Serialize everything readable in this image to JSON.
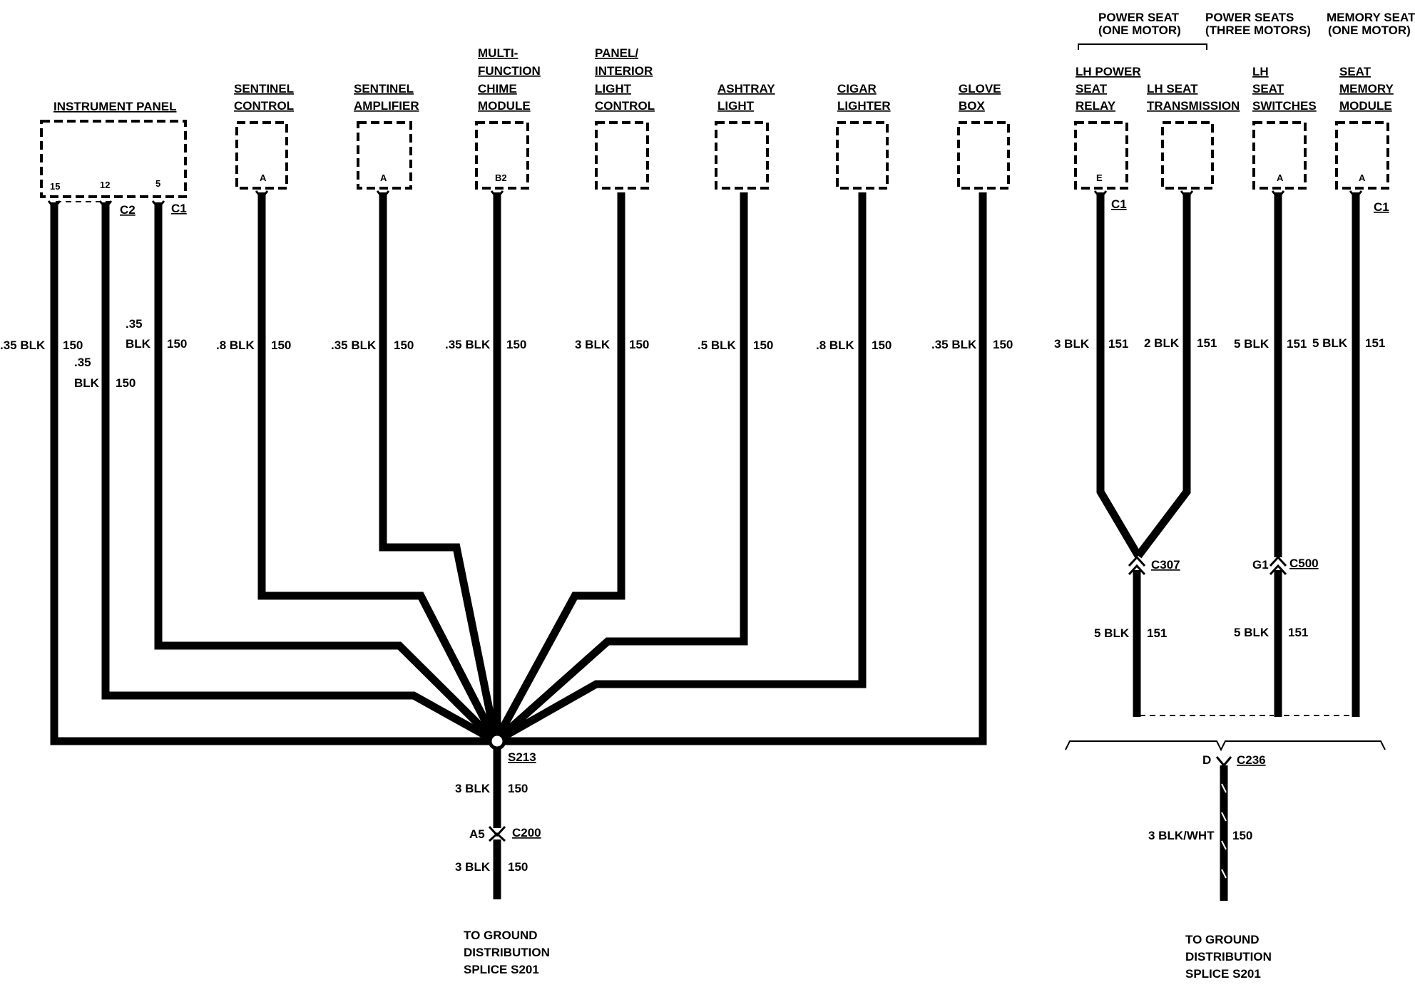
{
  "components": {
    "instrument_panel": {
      "label": "INSTRUMENT PANEL",
      "pins": [
        "15",
        "12",
        "5"
      ],
      "conn_c2": "C2",
      "conn_c1": "C1"
    },
    "sentinel_control": {
      "label_1": "SENTINEL",
      "label_2": "CONTROL",
      "pin": "A"
    },
    "sentinel_amplifier": {
      "label_1": "SENTINEL",
      "label_2": "AMPLIFIER",
      "pin": "A"
    },
    "chime_module": {
      "label_1": "MULTI-",
      "label_2": "FUNCTION",
      "label_3": "CHIME",
      "label_4": "MODULE",
      "pin": "B2"
    },
    "light_control": {
      "label_1": "PANEL/",
      "label_2": "INTERIOR",
      "label_3": "LIGHT",
      "label_4": "CONTROL"
    },
    "ashtray_light": {
      "label_1": "ASHTRAY",
      "label_2": "LIGHT"
    },
    "cigar_lighter": {
      "label_1": "CIGAR",
      "label_2": "LIGHTER"
    },
    "glove_box": {
      "label_1": "GLOVE",
      "label_2": "BOX"
    },
    "lh_power_seat_relay": {
      "label_1": "LH POWER",
      "label_2": "SEAT",
      "label_3": "RELAY",
      "pin": "E",
      "conn": "C1"
    },
    "lh_seat_transmission": {
      "label_1": "LH SEAT",
      "label_2": "TRANSMISSION"
    },
    "lh_seat_switches": {
      "label_1": "LH",
      "label_2": "SEAT",
      "label_3": "SWITCHES",
      "pin": "A"
    },
    "seat_memory_module": {
      "label_1": "SEAT",
      "label_2": "MEMORY",
      "label_3": "MODULE",
      "pin": "A",
      "conn": "C1"
    }
  },
  "group_headers": {
    "one_motor_1": "POWER SEAT",
    "one_motor_2": "(ONE MOTOR)",
    "three_motors_1": "POWER SEATS",
    "three_motors_2": "(THREE MOTORS)",
    "memory_1": "MEMORY SEAT",
    "memory_2": "(ONE MOTOR)"
  },
  "wires": {
    "ip15": {
      "size": ".35 BLK",
      "circuit": "150"
    },
    "ip12_a": ".35",
    "ip12_b": "BLK",
    "ip12_circuit": "150",
    "ip5_a": ".35",
    "ip5_b": "BLK",
    "ip5_circuit": "150",
    "sentinel_control": {
      "size": ".8 BLK",
      "circuit": "150"
    },
    "sentinel_amp": {
      "size": ".35 BLK",
      "circuit": "150"
    },
    "chime": {
      "size": ".35 BLK",
      "circuit": "150"
    },
    "light_control": {
      "size": "3 BLK",
      "circuit": "150"
    },
    "ashtray": {
      "size": ".5 BLK",
      "circuit": "150"
    },
    "cigar": {
      "size": ".8 BLK",
      "circuit": "150"
    },
    "glove": {
      "size": ".35 BLK",
      "circuit": "150"
    },
    "relay": {
      "size": "3 BLK",
      "circuit": "151"
    },
    "transmission": {
      "size": "2 BLK",
      "circuit": "151"
    },
    "switches": {
      "size": "5 BLK",
      "circuit": "151"
    },
    "memory": {
      "size": "5 BLK",
      "circuit": "151"
    },
    "c307_out": {
      "size": "5 BLK",
      "circuit": "151"
    },
    "c500_out": {
      "size": "5 BLK",
      "circuit": "151"
    },
    "s213_out": {
      "size": "3 BLK",
      "circuit": "150"
    },
    "c200_out": {
      "size": "3 BLK",
      "circuit": "150"
    },
    "c236_out": {
      "size": "3 BLK/WHT",
      "circuit": "150"
    }
  },
  "connectors": {
    "s213": "S213",
    "c200": "C200",
    "c200_pin": "A5",
    "c307": "C307",
    "c500": "C500",
    "c500_pin": "G1",
    "c236": "C236",
    "c236_pin": "D"
  },
  "footnotes": {
    "left_1": "TO GROUND",
    "left_2": "DISTRIBUTION",
    "left_3": "SPLICE S201",
    "right_1": "TO GROUND",
    "right_2": "DISTRIBUTION",
    "right_3": "SPLICE S201"
  }
}
